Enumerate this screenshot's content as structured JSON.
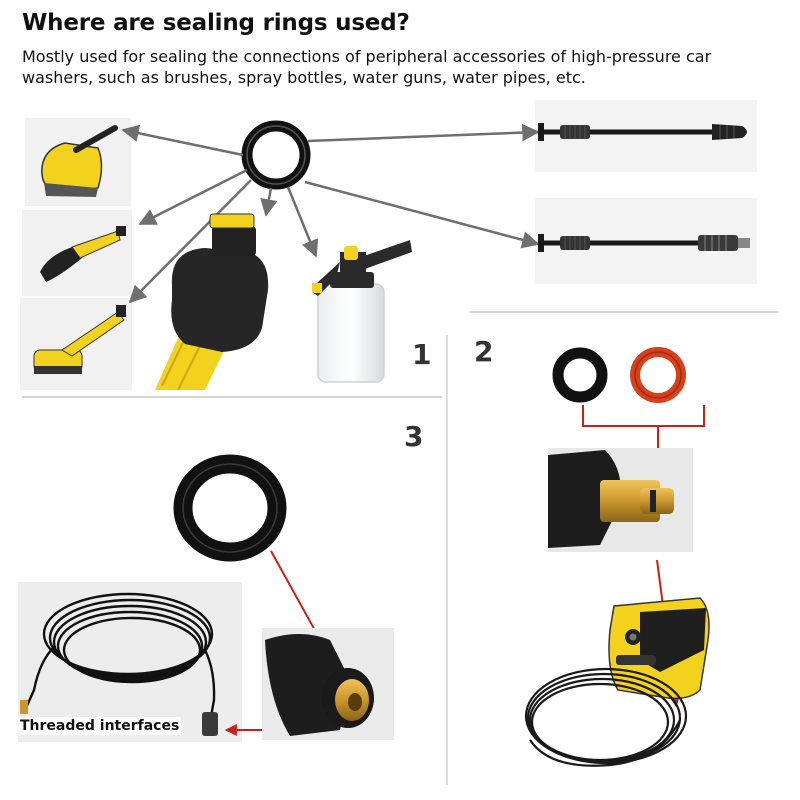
{
  "header": {
    "title": "Where are sealing rings used?",
    "subtitle": "Mostly used for sealing the connections of peripheral accessories of high-pressure car washers, such as brushes, spray bottles, water guns, water pipes, etc."
  },
  "sections": {
    "one": "1",
    "two": "2",
    "three": "3"
  },
  "captions": {
    "threaded": "Threaded interfaces"
  },
  "colors": {
    "yellow": "#f2d21c",
    "black_rubber": "#111111",
    "red_ring": "#d8401c",
    "arrow_gray": "#6f6f6f",
    "arrow_red": "#c8211a",
    "brass": "#c9962e"
  },
  "icons": [
    "sealing-ring-icon",
    "wheel-brush-icon",
    "wash-brush-icon",
    "foam-bottle-icon",
    "spray-lance-icon",
    "hose-reel-icon",
    "pressure-washer-icon"
  ]
}
